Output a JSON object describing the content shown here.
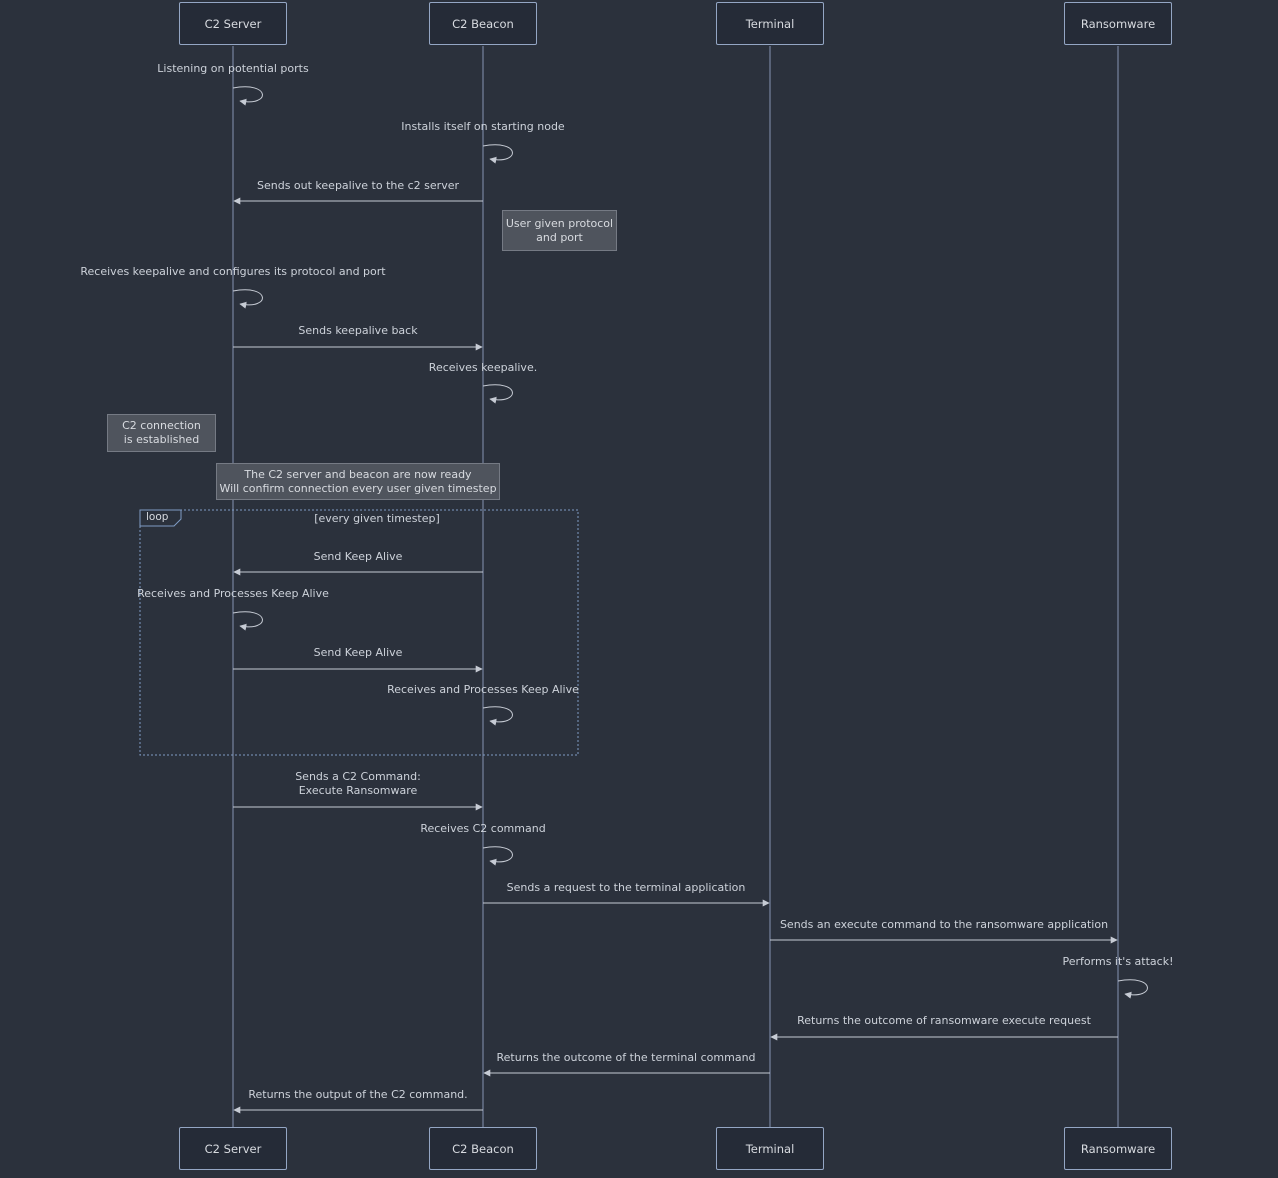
{
  "diagram": {
    "type": "sequence-diagram",
    "participants": [
      {
        "label": "C2 Server"
      },
      {
        "label": "C2 Beacon"
      },
      {
        "label": "Terminal"
      },
      {
        "label": "Ransomware"
      }
    ],
    "messages": [
      {
        "kind": "self",
        "actor": "C2 Server",
        "text": "Listening on potential ports"
      },
      {
        "kind": "self",
        "actor": "C2 Beacon",
        "text": "Installs itself on starting node"
      },
      {
        "kind": "arrow",
        "from": "C2 Beacon",
        "to": "C2 Server",
        "text": "Sends out keepalive to the c2 server"
      },
      {
        "kind": "self",
        "actor": "C2 Server",
        "text": "Receives keepalive and configures its protocol and port"
      },
      {
        "kind": "arrow",
        "from": "C2 Server",
        "to": "C2 Beacon",
        "text": "Sends keepalive back"
      },
      {
        "kind": "self",
        "actor": "C2 Beacon",
        "text": "Receives keepalive."
      },
      {
        "kind": "arrow",
        "from": "C2 Beacon",
        "to": "C2 Server",
        "text": "Send Keep Alive"
      },
      {
        "kind": "self",
        "actor": "C2 Server",
        "text": "Receives and Processes Keep Alive"
      },
      {
        "kind": "arrow",
        "from": "C2 Server",
        "to": "C2 Beacon",
        "text": "Send Keep Alive"
      },
      {
        "kind": "self",
        "actor": "C2 Beacon",
        "text": "Receives and Processes Keep Alive"
      },
      {
        "kind": "arrow",
        "from": "C2 Server",
        "to": "C2 Beacon",
        "text": "Sends a C2 Command:",
        "text2": "Execute Ransomware"
      },
      {
        "kind": "self",
        "actor": "C2 Beacon",
        "text": "Receives C2 command"
      },
      {
        "kind": "arrow",
        "from": "C2 Beacon",
        "to": "Terminal",
        "text": "Sends a request to the terminal application"
      },
      {
        "kind": "arrow",
        "from": "Terminal",
        "to": "Ransomware",
        "text": "Sends an execute command to the ransomware application"
      },
      {
        "kind": "self",
        "actor": "Ransomware",
        "text": "Performs it's attack!"
      },
      {
        "kind": "arrow",
        "from": "Ransomware",
        "to": "Terminal",
        "text": "Returns the outcome of ransomware execute request"
      },
      {
        "kind": "arrow",
        "from": "Terminal",
        "to": "C2 Beacon",
        "text": "Returns the outcome of the terminal command"
      },
      {
        "kind": "arrow",
        "from": "C2 Beacon",
        "to": "C2 Server",
        "text": "Returns the output of the C2 command."
      }
    ],
    "notes": [
      {
        "position": "right of C2 Beacon",
        "line1": "User given protocol",
        "line2": "and port"
      },
      {
        "position": "left of C2 Server",
        "line1": "C2 connection",
        "line2": "is established"
      },
      {
        "position": "over C2 Server and C2 Beacon",
        "line1": "The C2 server and beacon are now ready",
        "line2": "Will confirm connection every user given timestep"
      }
    ],
    "loop": {
      "label": "loop",
      "condition": "[every given timestep]"
    },
    "colors": {
      "background": "#2b313c",
      "participant_border": "#94a6c4",
      "participant_fill": "#252b37",
      "lifeline": "#8493b2",
      "arrow": "#c6cbd4",
      "note_fill": "#4f545d",
      "note_border": "#757a84",
      "loop_frame": "#7f9cc4",
      "text": "#cdd2da"
    }
  }
}
